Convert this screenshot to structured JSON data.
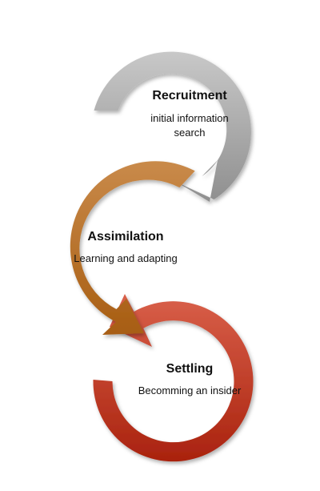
{
  "stages": [
    {
      "title": "Recruitment",
      "description_lines": [
        "initial information",
        "search"
      ],
      "color_light": "#c8c8c8",
      "color_dark": "#8f8f8f"
    },
    {
      "title": "Assimilation",
      "description_lines": [
        "Learning and adapting"
      ],
      "color_light": "#c98a4a",
      "color_dark": "#a75d12"
    },
    {
      "title": "Settling",
      "description_lines": [
        "Becomming an insider"
      ],
      "color_light": "#d9604a",
      "color_dark": "#a9220e"
    }
  ]
}
